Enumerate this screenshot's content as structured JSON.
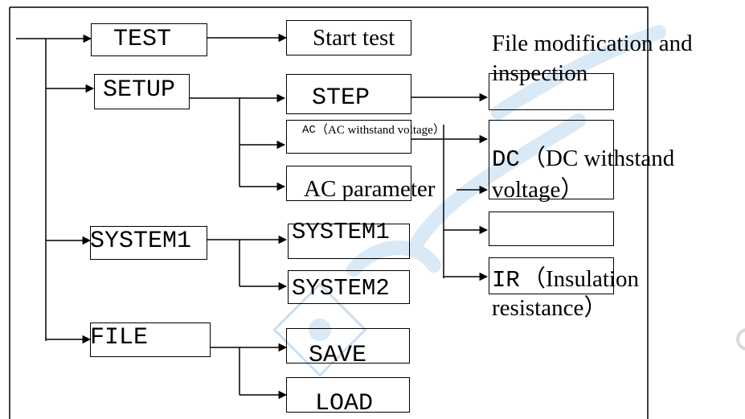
{
  "menu": {
    "test": "TEST",
    "setup": "SETUP",
    "system1": "SYSTEM1",
    "file": "FILE"
  },
  "test_sub": {
    "start_test": "Start test"
  },
  "setup_sub": {
    "step": "STEP",
    "ac_prefix": "AC",
    "ac_desc": "（AC withstand voltage）",
    "ac_parameter": "AC parameter"
  },
  "step_sub": {
    "file_mod_line1": "File modification and",
    "file_mod_line2": "inspection"
  },
  "param_sub": {
    "dc_prefix": "DC",
    "dc_desc_line1": "（DC withstand",
    "dc_desc_line2": "voltage）",
    "ir_prefix": "IR",
    "ir_desc_line1": "（Insulation",
    "ir_desc_line2": "resistance）"
  },
  "system_sub": {
    "system1": "SYSTEM1",
    "system2": "SYSTEM2"
  },
  "file_sub": {
    "save": "SAVE",
    "load": "LOAD"
  },
  "colors": {
    "line": "#000000",
    "watermark": "#bcd8ef"
  }
}
